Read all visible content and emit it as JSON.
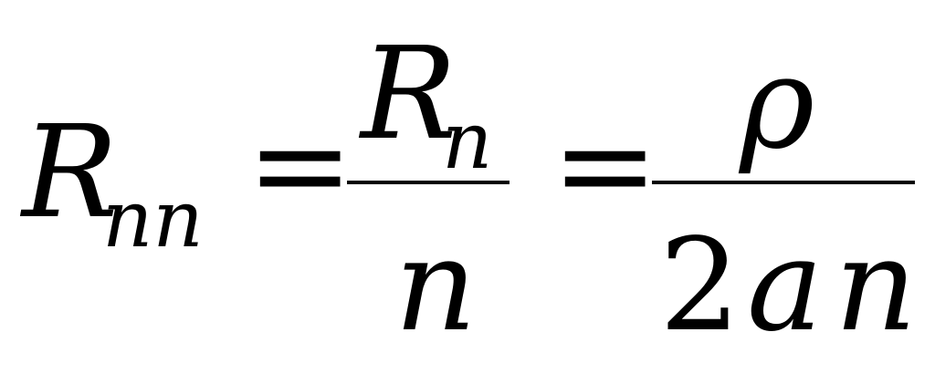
{
  "formula": {
    "lhs": {
      "base": "R",
      "subscript": "nn"
    },
    "equals": "=",
    "fraction1": {
      "numerator": {
        "base": "R",
        "subscript": "n"
      },
      "denominator": "n"
    },
    "equals2": "=",
    "fraction2": {
      "numerator": "ρ",
      "denominator": {
        "digit": "2",
        "var1": "a",
        "var2": "n"
      }
    }
  }
}
